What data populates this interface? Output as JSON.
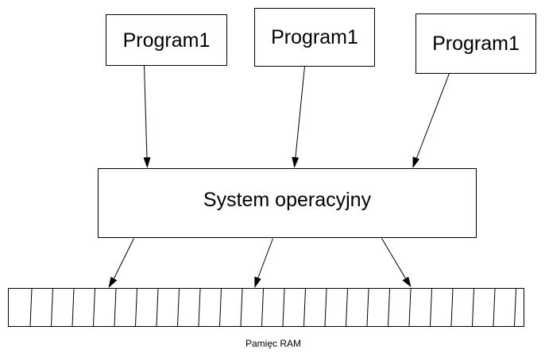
{
  "programs": [
    {
      "label": "Program1"
    },
    {
      "label": "Program1"
    },
    {
      "label": "Program1"
    }
  ],
  "os": {
    "label": "System operacyjny"
  },
  "ram": {
    "label": "Pamięc RAM"
  }
}
